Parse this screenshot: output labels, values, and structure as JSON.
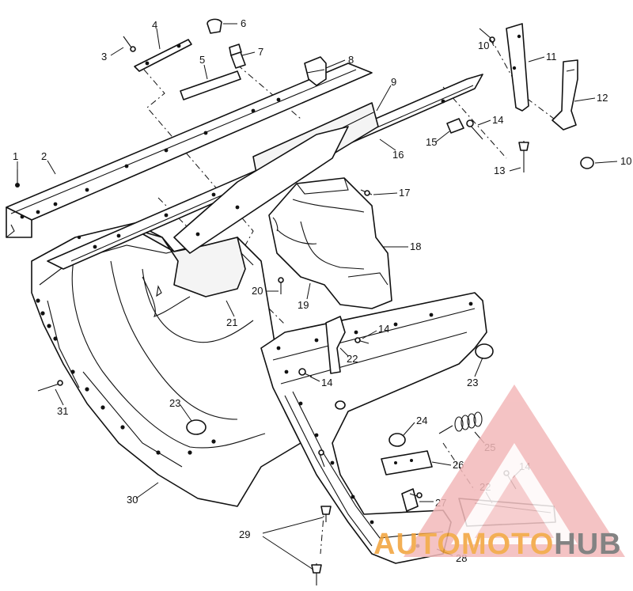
{
  "callouts": [
    {
      "id": "c1",
      "text": "1"
    },
    {
      "id": "c2",
      "text": "2"
    },
    {
      "id": "c3",
      "text": "3"
    },
    {
      "id": "c4",
      "text": "4"
    },
    {
      "id": "c5",
      "text": "5"
    },
    {
      "id": "c6",
      "text": "6"
    },
    {
      "id": "c7",
      "text": "7"
    },
    {
      "id": "c8",
      "text": "8"
    },
    {
      "id": "c9",
      "text": "9"
    },
    {
      "id": "c10a",
      "text": "10"
    },
    {
      "id": "c10b",
      "text": "10"
    },
    {
      "id": "c11",
      "text": "11"
    },
    {
      "id": "c12",
      "text": "12"
    },
    {
      "id": "c13",
      "text": "13"
    },
    {
      "id": "c14a",
      "text": "14"
    },
    {
      "id": "c14b",
      "text": "14"
    },
    {
      "id": "c14c",
      "text": "14"
    },
    {
      "id": "c14d",
      "text": "14"
    },
    {
      "id": "c15",
      "text": "15"
    },
    {
      "id": "c16",
      "text": "16"
    },
    {
      "id": "c17",
      "text": "17"
    },
    {
      "id": "c18",
      "text": "18"
    },
    {
      "id": "c19",
      "text": "19"
    },
    {
      "id": "c20",
      "text": "20"
    },
    {
      "id": "c21",
      "text": "21"
    },
    {
      "id": "c22a",
      "text": "22"
    },
    {
      "id": "c22b",
      "text": "22"
    },
    {
      "id": "c23a",
      "text": "23"
    },
    {
      "id": "c23b",
      "text": "23"
    },
    {
      "id": "c24",
      "text": "24"
    },
    {
      "id": "c25",
      "text": "25"
    },
    {
      "id": "c26",
      "text": "26"
    },
    {
      "id": "c27",
      "text": "27"
    },
    {
      "id": "c28",
      "text": "28"
    },
    {
      "id": "c29",
      "text": "29"
    },
    {
      "id": "c30",
      "text": "30"
    },
    {
      "id": "c31",
      "text": "31"
    }
  ],
  "watermark": {
    "part1": "AUTOMOTO",
    "part2": "HUB",
    "color_red": "#e8262b",
    "color_orange": "#f2a238",
    "color_gray": "#6e6e6e"
  }
}
